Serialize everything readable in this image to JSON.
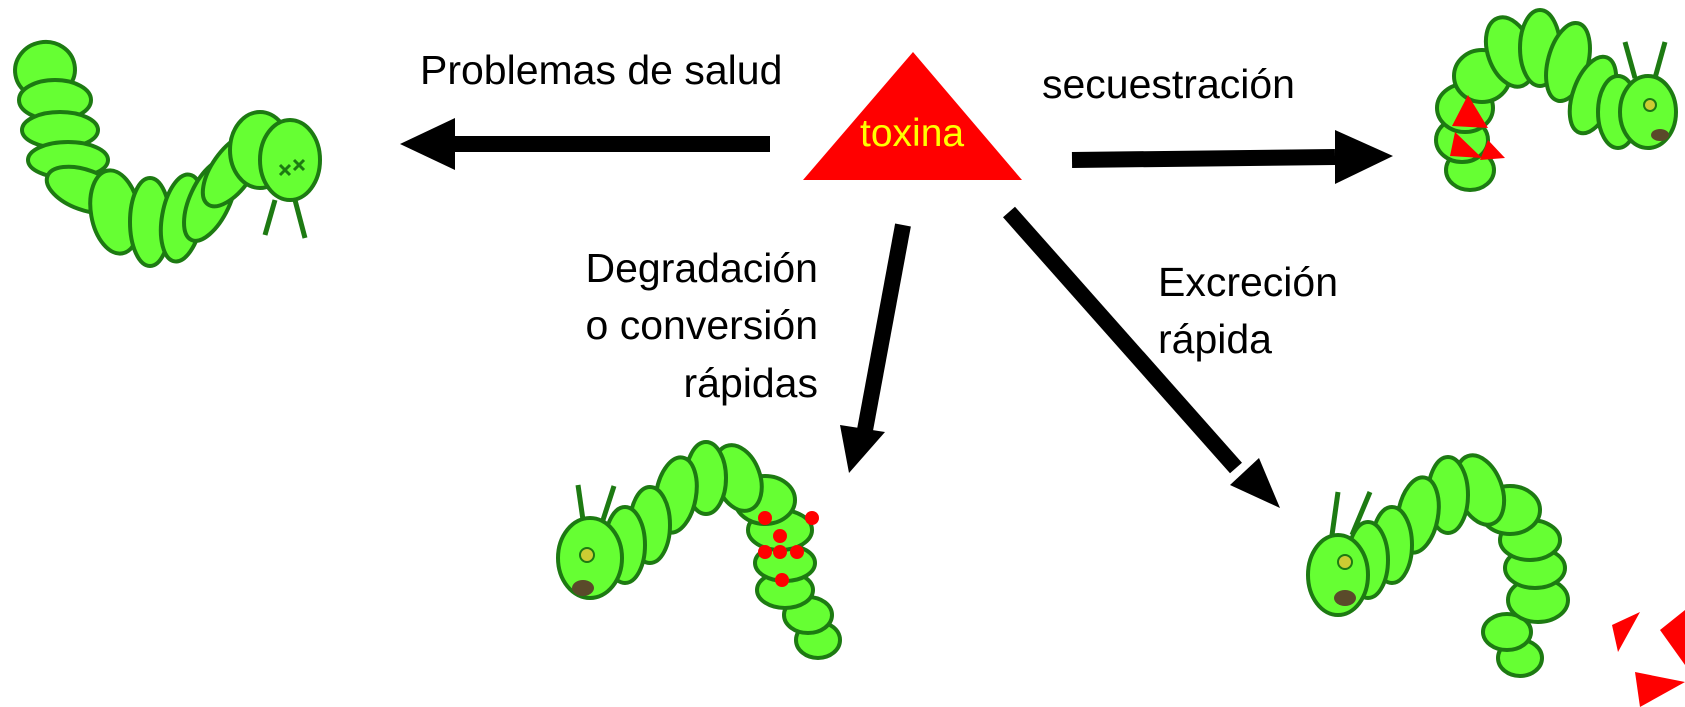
{
  "toxin": {
    "label": "toxina",
    "shape": "red-triangle",
    "fill": "#ff0000",
    "text_color": "#ffff00"
  },
  "pathways": {
    "health_problems": {
      "label": "Problemas de salud",
      "outcome": "dead-caterpillar"
    },
    "sequestration": {
      "label": "secuestración",
      "outcome": "caterpillar-storing-toxin"
    },
    "degradation": {
      "lines": [
        "Degradación",
        "o conversión",
        "rápidas"
      ],
      "outcome": "caterpillar-converting-toxin"
    },
    "excretion": {
      "lines": [
        "Excreción",
        "rápida"
      ],
      "outcome": "caterpillar-excreting-toxin"
    }
  },
  "colors": {
    "caterpillar_fill": "#66ff33",
    "caterpillar_outline": "#1d7a12",
    "arrow": "#000000",
    "toxin": "#ff0000",
    "face": "#cccc33",
    "mouth": "#5a4a2a"
  }
}
